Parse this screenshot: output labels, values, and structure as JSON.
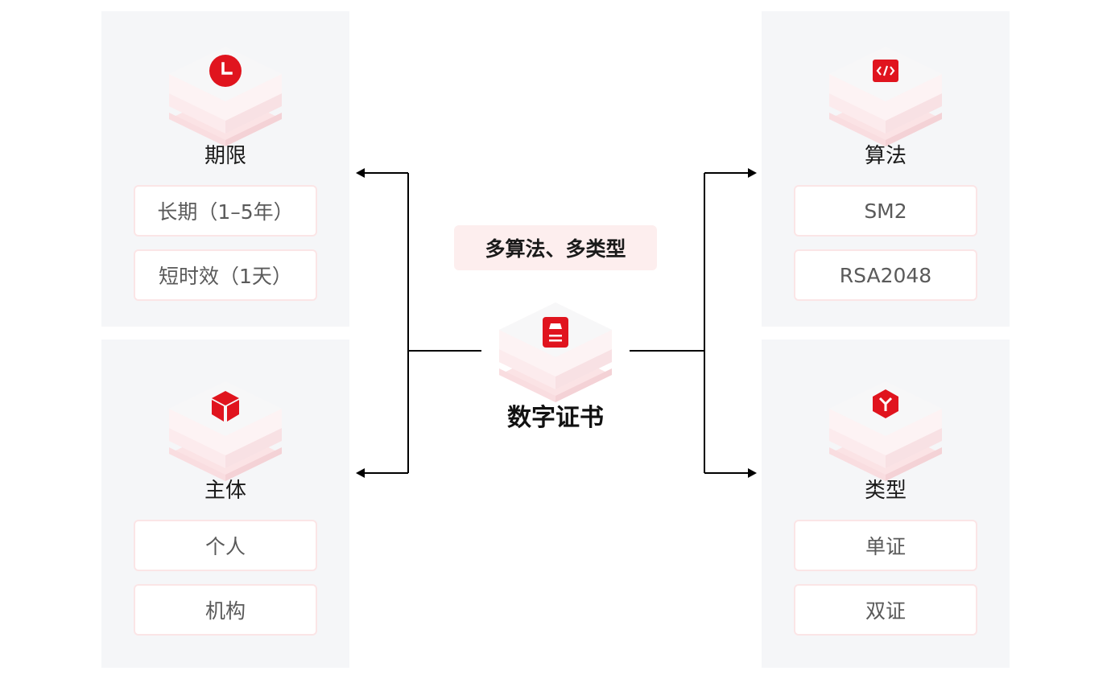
{
  "center": {
    "title": "数字证书",
    "tag": "多算法、多类型",
    "icon": "certificate-icon"
  },
  "panels": {
    "period": {
      "title": "期限",
      "icon": "clock-icon",
      "items": [
        "长期（1–5年）",
        "短时效（1天）"
      ]
    },
    "subject": {
      "title": "主体",
      "icon": "box-icon",
      "items": [
        "个人",
        "机构"
      ]
    },
    "algorithm": {
      "title": "算法",
      "icon": "code-icon",
      "items": [
        "SM2",
        "RSA2048"
      ]
    },
    "type": {
      "title": "类型",
      "icon": "type-hexagon-icon",
      "items": [
        "单证",
        "双证"
      ]
    }
  },
  "colors": {
    "accent": "#e0141e",
    "panel_bg": "#f5f6f8",
    "item_border": "#fbe5e6",
    "tag_bg": "#fdeeee",
    "connector": "#000000"
  }
}
